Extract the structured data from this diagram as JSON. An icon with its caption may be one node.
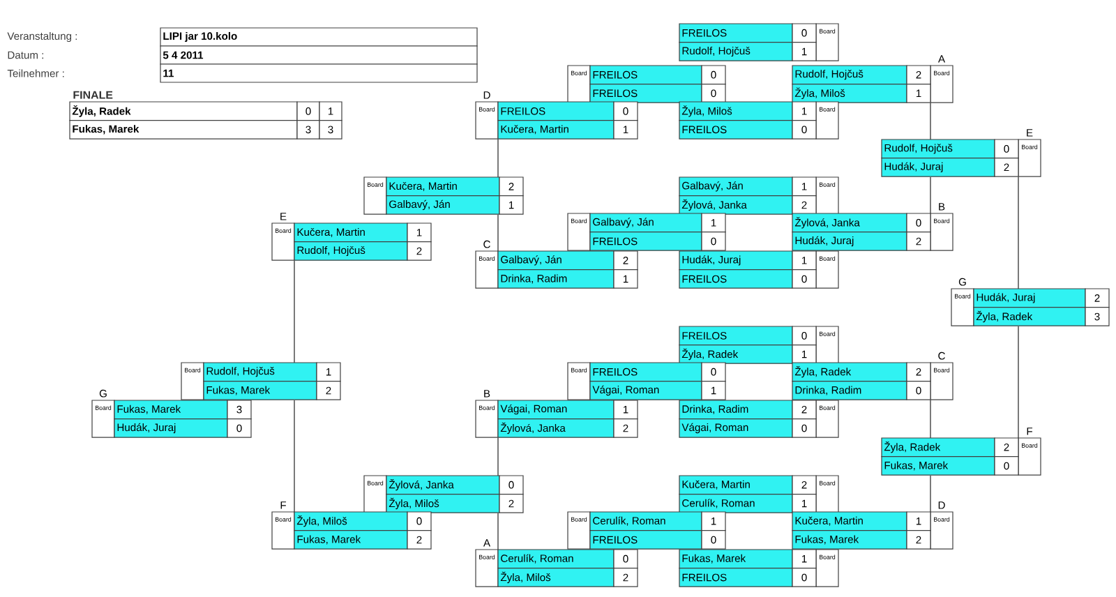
{
  "diagram": {
    "nodes": [
      {
        "text": [
          "LIPI jar 10.kolo"
        ]
      },
      {
        "text": [
          "5  4  2011"
        ]
      },
      {
        "text": [
          "11"
        ]
      },
      {
        "text": [
          "FINALE",
          "Žyla, Radek",
          "0",
          "1",
          "Fukas, Marek",
          "3",
          "3"
        ]
      },
      {
        "text": [
          "FREILOS",
          "0",
          "Board",
          "Rudolf, Hojčuš",
          "1"
        ]
      },
      {
        "text": [
          "Board",
          "FREILOS",
          "0",
          "FREILOS",
          "0"
        ]
      },
      {
        "text": [
          "Rudolf, Hojčuš",
          "2",
          "Board",
          "Žyla, Miloš",
          "1"
        ],
        "beside": [
          "A"
        ]
      },
      {
        "text": [
          "Žyla, Miloš",
          "1",
          "Board",
          "FREILOS",
          "0"
        ]
      },
      {
        "text": [
          "Board",
          "FREILOS",
          "0",
          "Kučera, Martin",
          "1"
        ],
        "beside": [
          "D"
        ]
      },
      {
        "text": [
          "Rudolf, Hojčuš",
          "0",
          "Board",
          "Hudák, Juraj",
          "2"
        ],
        "beside": [
          "E"
        ]
      },
      {
        "text": [
          "Galbavý, Ján",
          "1",
          "Board",
          "Žylová, Janka",
          "2"
        ]
      },
      {
        "text": [
          "Board",
          "Kučera, Martin",
          "2",
          "Galbavý, Ján",
          "1"
        ]
      },
      {
        "text": [
          "Board",
          "Galbavý, Ján",
          "1",
          "FREILOS",
          "0"
        ]
      },
      {
        "text": [
          "Žylová, Janka",
          "0",
          "Board",
          "Hudák, Juraj",
          "2"
        ],
        "beside": [
          "B"
        ]
      },
      {
        "text": [
          "Board",
          "Kučera, Martin",
          "1",
          "Rudolf, Hojčuš",
          "2"
        ],
        "beside": [
          "E"
        ]
      },
      {
        "text": [
          "Board",
          "Galbavý, Ján",
          "2",
          "Drinka, Radim",
          "1"
        ],
        "beside": [
          "C"
        ]
      },
      {
        "text": [
          "Hudák, Juraj",
          "1",
          "Board",
          "FREILOS",
          "0"
        ]
      },
      {
        "text": [
          "Board",
          "Hudák, Juraj",
          "2",
          "Žyla, Radek",
          "3"
        ],
        "beside": [
          "G"
        ]
      },
      {
        "text": [
          "FREILOS",
          "0",
          "Board",
          "Žyla, Radek",
          "1"
        ]
      },
      {
        "text": [
          "Board",
          "FREILOS",
          "0",
          "Vágai, Roman",
          "1"
        ]
      },
      {
        "text": [
          "Žyla, Radek",
          "2",
          "Board",
          "Drinka, Radim",
          "0"
        ],
        "beside": [
          "C"
        ]
      },
      {
        "text": [
          "Board",
          "Rudolf, Hojčuš",
          "1",
          "Fukas, Marek",
          "2"
        ]
      },
      {
        "text": [
          "Board",
          "Fukas, Marek",
          "3",
          "Hudák, Juraj",
          "0"
        ],
        "beside": [
          "G"
        ]
      },
      {
        "text": [
          "Board",
          "Vágai, Roman",
          "1",
          "Žylová, Janka",
          "2"
        ],
        "beside": [
          "B"
        ]
      },
      {
        "text": [
          "Drinka, Radim",
          "2",
          "Board",
          "Vágai, Roman",
          "0"
        ]
      },
      {
        "text": [
          "Žyla, Radek",
          "2",
          "Board",
          "Fukas, Marek",
          "0"
        ],
        "beside": [
          "F"
        ]
      },
      {
        "text": [
          "Kučera, Martin",
          "2",
          "Board",
          "Cerulík, Roman",
          "1"
        ]
      },
      {
        "text": [
          "Board",
          "Žylová, Janka",
          "0",
          "Žyla, Miloš",
          "2"
        ]
      },
      {
        "text": [
          "Board",
          "Cerulík, Roman",
          "1",
          "FREILOS",
          "0"
        ]
      },
      {
        "text": [
          "Kučera, Martin",
          "1",
          "Board",
          "Fukas, Marek",
          "2"
        ],
        "beside": [
          "D"
        ]
      },
      {
        "text": [
          "Board",
          "Žyla, Miloš",
          "0",
          "Fukas, Marek",
          "2"
        ],
        "beside": [
          "F"
        ]
      },
      {
        "text": [
          "Board",
          "Cerulík, Roman",
          "0",
          "Žyla, Miloš",
          "2"
        ],
        "beside": [
          "A"
        ]
      },
      {
        "text": [
          "Fukas, Marek",
          "1",
          "Board",
          "FREILOS",
          "0"
        ]
      }
    ],
    "edges": [
      {
        "from": 8,
        "to": 11,
        "arrow": "none"
      },
      {
        "from": 15,
        "to": 11,
        "arrow": "none"
      },
      {
        "from": 14,
        "to": 21,
        "arrow": "none"
      },
      {
        "from": 30,
        "to": 21,
        "arrow": "none"
      },
      {
        "from": 23,
        "to": 27,
        "arrow": "none"
      },
      {
        "from": 31,
        "to": 27,
        "arrow": "none"
      },
      {
        "from": 6,
        "to": 9,
        "arrow": "none"
      },
      {
        "from": 13,
        "to": 9,
        "arrow": "none"
      },
      {
        "from": 9,
        "to": 17,
        "arrow": "none"
      },
      {
        "from": 25,
        "to": 17,
        "arrow": "none"
      },
      {
        "from": 20,
        "to": 25,
        "arrow": "none"
      },
      {
        "from": 29,
        "to": 25,
        "arrow": "none"
      }
    ],
    "labels": [
      "Veranstaltung :",
      "Datum :",
      "Teilnehmer :"
    ]
  }
}
